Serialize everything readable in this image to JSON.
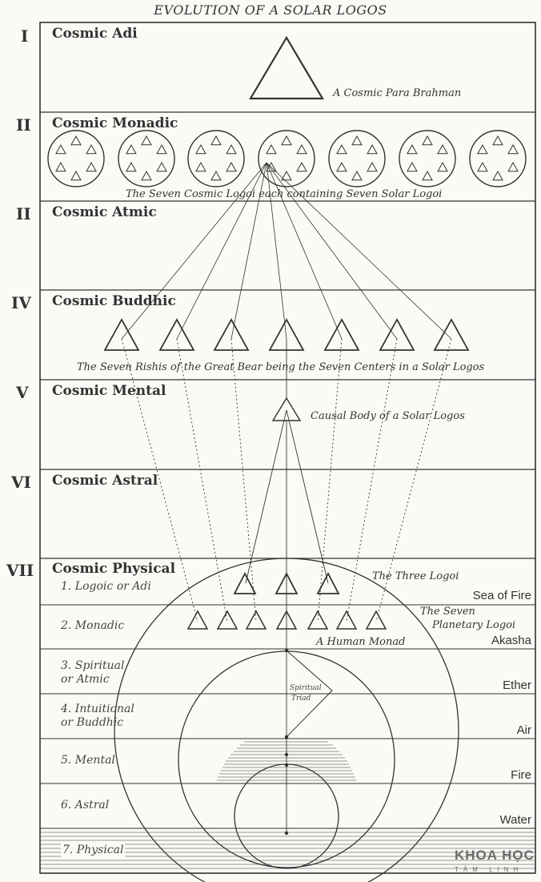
{
  "title": "EVOLUTION OF A SOLAR LOGOS",
  "planes": [
    {
      "roman": "I",
      "name": "Cosmic Adi"
    },
    {
      "roman": "II",
      "name": "Cosmic Monadic"
    },
    {
      "roman": "II",
      "name": "Cosmic Atmic"
    },
    {
      "roman": "IV",
      "name": "Cosmic Buddhic"
    },
    {
      "roman": "V",
      "name": "Cosmic Mental"
    },
    {
      "roman": "VI",
      "name": "Cosmic Astral"
    },
    {
      "roman": "VII",
      "name": "Cosmic Physical"
    }
  ],
  "captions": {
    "para_brahman": "A Cosmic Para Brahman",
    "cosmic_logoi": "The Seven Cosmic Logoi each containing Seven Solar Logoi",
    "rishis": "The Seven Rishis of the Great Bear being the Seven Centers in a Solar Logos",
    "causal_body": "Causal Body of a Solar Logos",
    "three_logoi": "The Three Logoi",
    "planetary_logoi_1": "The Seven",
    "planetary_logoi_2": "Planetary Logoi",
    "human_monad": "A Human Monad",
    "spiritual_1": "Spiritual",
    "spiritual_2": "Triad"
  },
  "subplanes": [
    {
      "line1": "1. Logoic or Adi",
      "line2": ""
    },
    {
      "line1": "2. Monadic",
      "line2": ""
    },
    {
      "line1": "3. Spiritual",
      "line2": "or Atmic"
    },
    {
      "line1": "4. Intuitional",
      "line2": "or Buddhic"
    },
    {
      "line1": "5. Mental",
      "line2": ""
    },
    {
      "line1": "6. Astral",
      "line2": ""
    },
    {
      "line1": "7. Physical",
      "line2": ""
    }
  ],
  "elements": [
    "Sea of Fire",
    "Akasha",
    "Ether",
    "Air",
    "Fire",
    "Water"
  ],
  "watermark": {
    "main": "KHOA HỌC",
    "sub": "TÂM LINH"
  }
}
